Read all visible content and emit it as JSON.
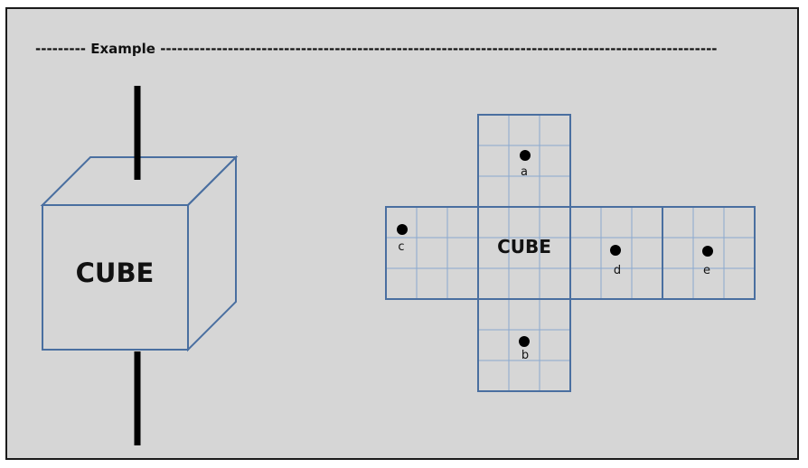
{
  "header": {
    "text": "--------- Example ---------------------------------------------------------------------------------------------------"
  },
  "cube3d": {
    "label": "CUBE"
  },
  "net": {
    "center_label": "CUBE",
    "dots": [
      {
        "id": "a",
        "label": "a"
      },
      {
        "id": "b",
        "label": "b"
      },
      {
        "id": "c",
        "label": "c"
      },
      {
        "id": "d",
        "label": "d"
      },
      {
        "id": "e",
        "label": "e"
      }
    ]
  },
  "colors": {
    "background": "#d6d6d6",
    "outline": "#4a6fa0",
    "grid": "#8aa8cf",
    "rod": "#000000",
    "dot": "#000000"
  }
}
